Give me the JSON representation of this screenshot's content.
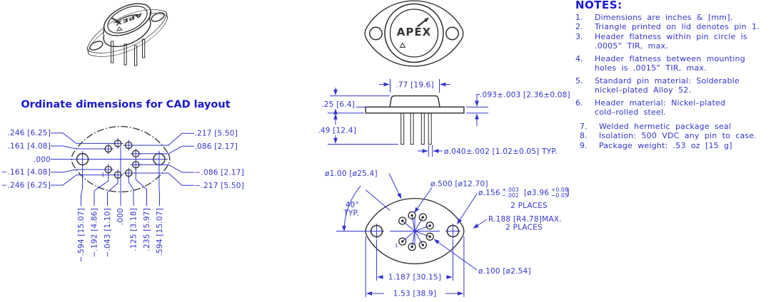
{
  "title": "Ordinate dimensions for CAD layout",
  "logo": "APEX",
  "ordinate": {
    "left": [
      ".246 [6.25]",
      ".161 [4.08]",
      ".000",
      "−.161 [4.08]",
      "−.246 [6.25]"
    ],
    "right": [
      ".217 [5.50]",
      ".086 [2.17]",
      "−.086 [2.17]",
      "−.217 [5.50]"
    ],
    "bottom": [
      "−.594 [15.07]",
      "−.192 [4.86]",
      "−.043 [1.10]",
      ".000",
      ".125 [3.18]",
      ".235 [5.97]",
      ".594 [15.07]"
    ],
    "pin1": "1"
  },
  "side": {
    "top_width": ".77 [19.6]",
    "cap_height": ".25 [6.4]",
    "pin_length": ".49 [12.4]",
    "flange_thickness": ".093±.003 [2.36±0.08]",
    "pin_dia": "ø.040±.002 [1.02±0.05] TYP."
  },
  "bottom": {
    "can_dia": "ø1.00 [ø25.4]",
    "pin_circle_dia": "ø.500 [ø12.70]",
    "hole_dia": "ø.156",
    "hole_tol_plus": "+.003",
    "hole_tol_minus": "−.002",
    "hole_dia_mm": "[ø3.96",
    "hole_mm_plus": "+0.08",
    "hole_mm_minus": "−0.05",
    "hole_bracket": "]",
    "hole_places": "2 PLACES",
    "corner_r": "R.188 [R4.78]MAX.",
    "corner_places": "2 PLACES",
    "small_pin_dia": "ø.100 [ø2.54]",
    "hole_spacing": "1.187 [30.15]",
    "overall_width": "1.53 [38.9]",
    "angle": "40°",
    "angle_typ": "TYP.",
    "pin1": "1"
  },
  "notes": {
    "heading": "NOTES:",
    "items": [
      {
        "num": "1.",
        "text": "Dimensions are inches & [mm]."
      },
      {
        "num": "2.",
        "text": "Triangle printed on lid denotes pin 1."
      },
      {
        "num": "3.",
        "text": "Header flatness within pin circle is\n.0005” TIR, max."
      },
      {
        "num": "4.",
        "text": "Header flatness between mounting\nholes is .0015” TIR, max."
      },
      {
        "num": "5.",
        "text": "Standard pin material: Solderable\nnickel–plated Alloy 52."
      },
      {
        "num": "6.",
        "text": "Header material: Nickel–plated\ncold–rolled steel."
      },
      {
        "num": "7.",
        "text": "Welded hermetic package seal"
      },
      {
        "num": "8.",
        "text": "Isolation: 500 VDC any pin to case."
      },
      {
        "num": "9.",
        "text": "Package weight:  .53 oz [15 g]"
      }
    ]
  }
}
